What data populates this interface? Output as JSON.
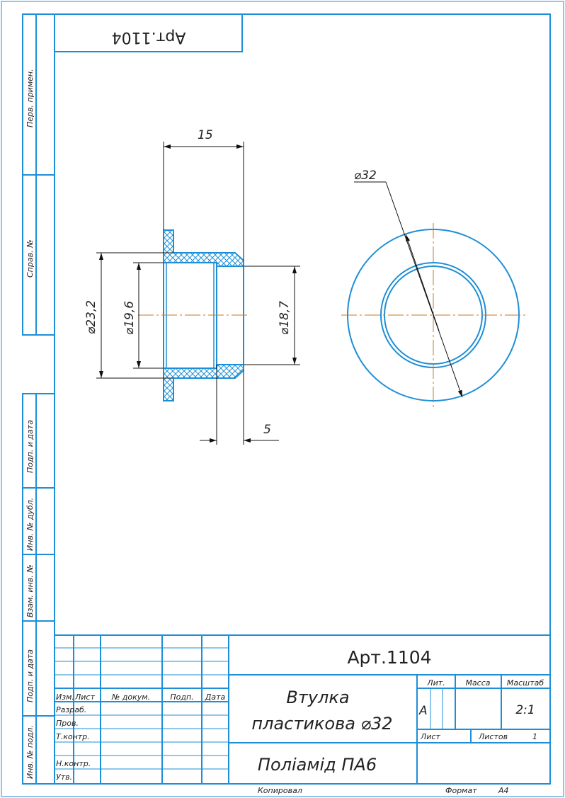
{
  "colors": {
    "frame": "#1e8fd6",
    "part": "#1e8fd6",
    "centerline": "#c57a24",
    "dim": "#111111",
    "hatch": "#1e8fd6"
  },
  "top_stamp": "Арт.1104",
  "side_labels": {
    "perv_primen": "Перв. примен.",
    "sprav_no": "Справ. №",
    "podp_data_1": "Подп. и дата",
    "inv_dubl": "Инв. № дубл.",
    "vzam_inv": "Взам. инв. №",
    "podp_data_2": "Подп. и дата",
    "inv_podl": "Инв. № подл."
  },
  "dimensions": {
    "length": "15",
    "d_outer": "⌀23,2",
    "d_inner": "⌀19,6",
    "d_bore": "⌀18,7",
    "step": "5",
    "d_flange": "⌀32"
  },
  "title_block": {
    "designation": "Арт.1104",
    "name_line1": "Втулка",
    "name_line2": "пластикова ⌀32",
    "material": "Поліамід ПА6",
    "hdr_izm": "Изм.",
    "hdr_list": "Лист",
    "hdr_docum": "№ докум.",
    "hdr_podp": "Подп.",
    "hdr_data": "Дата",
    "row_razrab": "Разраб.",
    "row_prov": "Пров.",
    "row_tkontr": "Т.контр.",
    "row_nkontr": "Н.контр.",
    "row_utv": "Утв.",
    "lit_label": "Лит.",
    "massa_label": "Масса",
    "masshtab_label": "Масштаб",
    "lit_value": "А",
    "scale_value": "2:1",
    "list_label": "Лист",
    "listov_label": "Листов",
    "listov_value": "1"
  },
  "footer": {
    "kopiroval": "Копировал",
    "format_label": "Формат",
    "format_value": "А4"
  }
}
